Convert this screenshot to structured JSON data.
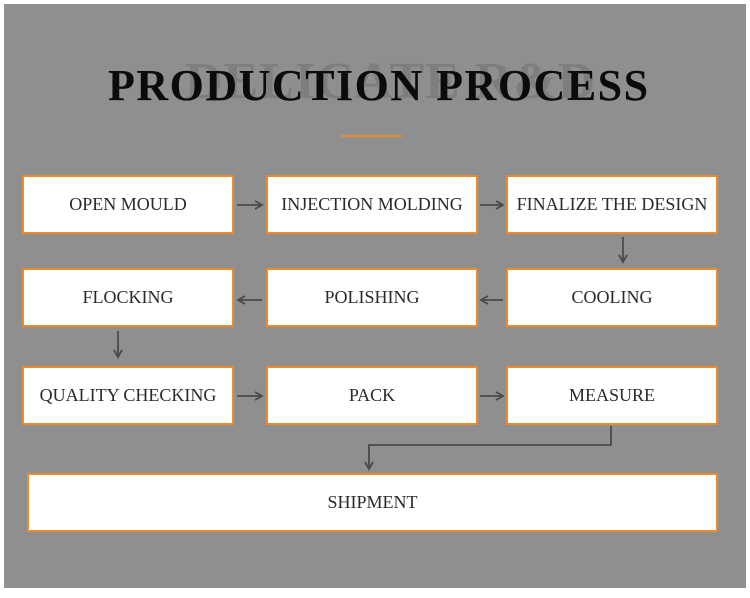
{
  "header": {
    "watermark": "DELICATE R&D",
    "title": "PRODUCTION PROCESS"
  },
  "steps": {
    "open_mould": "OPEN MOULD",
    "injection_molding": "INJECTION MOLDING",
    "finalize_design": "FINALIZE THE DESIGN",
    "cooling": "COOLING",
    "polishing": "POLISHING",
    "flocking": "FLOCKING",
    "quality_checking": "QUALITY CHECKING",
    "pack": "PACK",
    "measure": "MEASURE",
    "shipment": "SHIPMENT"
  },
  "colors": {
    "background": "#8f8f8f",
    "box_border": "#ef8b2c",
    "arrow": "#4a4a4a"
  }
}
